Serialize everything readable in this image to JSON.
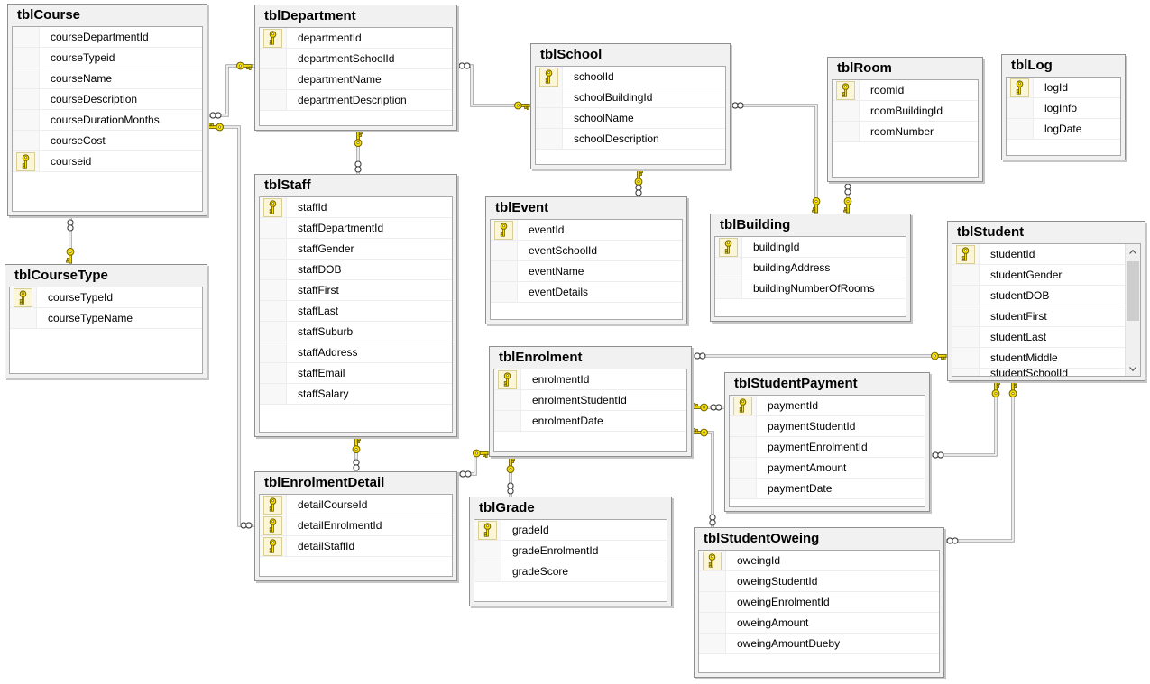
{
  "diagram": {
    "tables": [
      {
        "id": "course",
        "title": "tblCourse",
        "fields": [
          {
            "name": "courseDepartmentId",
            "key": false
          },
          {
            "name": "courseTypeid",
            "key": false
          },
          {
            "name": "courseName",
            "key": false
          },
          {
            "name": "courseDescription",
            "key": false
          },
          {
            "name": "courseDurationMonths",
            "key": false
          },
          {
            "name": "courseCost",
            "key": false
          },
          {
            "name": "courseid",
            "key": true
          }
        ]
      },
      {
        "id": "department",
        "title": "tblDepartment",
        "fields": [
          {
            "name": "departmentId",
            "key": true
          },
          {
            "name": "departmentSchoolId",
            "key": false
          },
          {
            "name": "departmentName",
            "key": false
          },
          {
            "name": "departmentDescription",
            "key": false
          }
        ]
      },
      {
        "id": "school",
        "title": "tblSchool",
        "fields": [
          {
            "name": "schoolId",
            "key": true
          },
          {
            "name": "schoolBuildingId",
            "key": false
          },
          {
            "name": "schoolName",
            "key": false
          },
          {
            "name": "schoolDescription",
            "key": false
          }
        ]
      },
      {
        "id": "room",
        "title": "tblRoom",
        "fields": [
          {
            "name": "roomId",
            "key": true
          },
          {
            "name": "roomBuildingId",
            "key": false
          },
          {
            "name": "roomNumber",
            "key": false
          }
        ]
      },
      {
        "id": "log",
        "title": "tblLog",
        "fields": [
          {
            "name": "logId",
            "key": true
          },
          {
            "name": "logInfo",
            "key": false
          },
          {
            "name": "logDate",
            "key": false
          }
        ]
      },
      {
        "id": "coursetype",
        "title": "tblCourseType",
        "fields": [
          {
            "name": "courseTypeId",
            "key": true
          },
          {
            "name": "courseTypeName",
            "key": false
          }
        ]
      },
      {
        "id": "staff",
        "title": "tblStaff",
        "fields": [
          {
            "name": "staffId",
            "key": true
          },
          {
            "name": "staffDepartmentId",
            "key": false
          },
          {
            "name": "staffGender",
            "key": false
          },
          {
            "name": "staffDOB",
            "key": false
          },
          {
            "name": "staffFirst",
            "key": false
          },
          {
            "name": "staffLast",
            "key": false
          },
          {
            "name": "staffSuburb",
            "key": false
          },
          {
            "name": "staffAddress",
            "key": false
          },
          {
            "name": "staffEmail",
            "key": false
          },
          {
            "name": "staffSalary",
            "key": false
          }
        ]
      },
      {
        "id": "event",
        "title": "tblEvent",
        "fields": [
          {
            "name": "eventId",
            "key": true
          },
          {
            "name": "eventSchoolId",
            "key": false
          },
          {
            "name": "eventName",
            "key": false
          },
          {
            "name": "eventDetails",
            "key": false
          }
        ]
      },
      {
        "id": "building",
        "title": "tblBuilding",
        "fields": [
          {
            "name": "buildingId",
            "key": true
          },
          {
            "name": "buildingAddress",
            "key": false
          },
          {
            "name": "buildingNumberOfRooms",
            "key": false
          }
        ]
      },
      {
        "id": "student",
        "title": "tblStudent",
        "scrollbar": true,
        "fields": [
          {
            "name": "studentId",
            "key": true
          },
          {
            "name": "studentGender",
            "key": false
          },
          {
            "name": "studentDOB",
            "key": false
          },
          {
            "name": "studentFirst",
            "key": false
          },
          {
            "name": "studentLast",
            "key": false
          },
          {
            "name": "studentMiddle",
            "key": false
          },
          {
            "name": "studentSchoolId",
            "key": false,
            "clipped": true
          }
        ]
      },
      {
        "id": "enrolment",
        "title": "tblEnrolment",
        "fields": [
          {
            "name": "enrolmentId",
            "key": true
          },
          {
            "name": "enrolmentStudentId",
            "key": false
          },
          {
            "name": "enrolmentDate",
            "key": false
          }
        ]
      },
      {
        "id": "payment",
        "title": "tblStudentPayment",
        "fields": [
          {
            "name": "paymentId",
            "key": true
          },
          {
            "name": "paymentStudentId",
            "key": false
          },
          {
            "name": "paymentEnrolmentId",
            "key": false
          },
          {
            "name": "paymentAmount",
            "key": false
          },
          {
            "name": "paymentDate",
            "key": false
          }
        ]
      },
      {
        "id": "detail",
        "title": "tblEnrolmentDetail",
        "fields": [
          {
            "name": "detailCourseId",
            "key": true
          },
          {
            "name": "detailEnrolmentId",
            "key": true
          },
          {
            "name": "detailStaffId",
            "key": true
          }
        ]
      },
      {
        "id": "grade",
        "title": "tblGrade",
        "fields": [
          {
            "name": "gradeId",
            "key": true
          },
          {
            "name": "gradeEnrolmentId",
            "key": false
          },
          {
            "name": "gradeScore",
            "key": false
          }
        ]
      },
      {
        "id": "oweing",
        "title": "tblStudentOweing",
        "fields": [
          {
            "name": "oweingId",
            "key": true
          },
          {
            "name": "oweingStudentId",
            "key": false
          },
          {
            "name": "oweingEnrolmentId",
            "key": false
          },
          {
            "name": "oweingAmount",
            "key": false
          },
          {
            "name": "oweingAmountDueby",
            "key": false
          }
        ]
      }
    ],
    "relationships": [
      {
        "name": "department-course",
        "one": "tblDepartment",
        "many": "tblCourse"
      },
      {
        "name": "coursetype-course",
        "one": "tblCourseType",
        "many": "tblCourse"
      },
      {
        "name": "course-enrolmentdetail",
        "one": "tblCourse",
        "many": "tblEnrolmentDetail"
      },
      {
        "name": "school-department",
        "one": "tblSchool",
        "many": "tblDepartment"
      },
      {
        "name": "department-staff",
        "one": "tblDepartment",
        "many": "tblStaff"
      },
      {
        "name": "school-event",
        "one": "tblSchool",
        "many": "tblEvent"
      },
      {
        "name": "building-school",
        "one": "tblBuilding",
        "many": "tblSchool"
      },
      {
        "name": "building-room",
        "one": "tblBuilding",
        "many": "tblRoom"
      },
      {
        "name": "student-enrolment",
        "one": "tblStudent",
        "many": "tblEnrolment"
      },
      {
        "name": "enrolment-payment",
        "one": "tblEnrolment",
        "many": "tblStudentPayment"
      },
      {
        "name": "enrolment-oweing",
        "one": "tblEnrolment",
        "many": "tblStudentOweing"
      },
      {
        "name": "enrolment-detail",
        "one": "tblEnrolment",
        "many": "tblEnrolmentDetail"
      },
      {
        "name": "enrolment-grade",
        "one": "tblEnrolment",
        "many": "tblGrade"
      },
      {
        "name": "staff-detail",
        "one": "tblStaff",
        "many": "tblEnrolmentDetail"
      },
      {
        "name": "student-payment",
        "one": "tblStudent",
        "many": "tblStudentPayment"
      },
      {
        "name": "student-oweing",
        "one": "tblStudent",
        "many": "tblStudentOweing"
      }
    ],
    "icons": {
      "primary_key": "key-icon",
      "one_side_end": "key-icon",
      "many_side_end": "infinity-icon",
      "scroll_up": "chevron-up-icon",
      "scroll_down": "chevron-down-icon"
    },
    "colors": {
      "canvas_bg": "#ffffff",
      "table_bg": "#f1f1f1",
      "table_border": "#8f8f8f",
      "row_bg": "#ffffff",
      "connector": "#a3a3a3",
      "key_yellow": "#f8e000",
      "key_outline": "#6f6000",
      "scroll_thumb": "#cdcdcd"
    }
  }
}
